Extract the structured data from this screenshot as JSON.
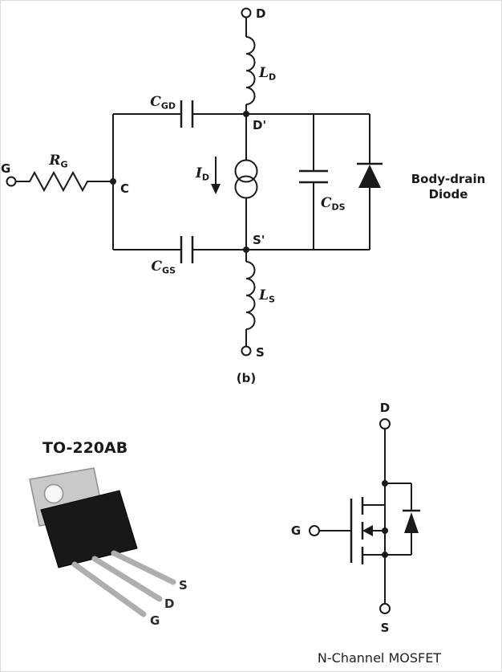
{
  "circuit": {
    "caption": "(b)",
    "terminals": {
      "drain": "D",
      "gate": "G",
      "source": "S"
    },
    "nodes": {
      "internal_drain": "D'",
      "internal_gate": "C",
      "internal_source": "S'"
    },
    "components": {
      "ld": {
        "main": "L",
        "sub": "D"
      },
      "ls": {
        "main": "L",
        "sub": "S"
      },
      "rg": {
        "main": "R",
        "sub": "G"
      },
      "cgd": {
        "main": "C",
        "sub": "GD"
      },
      "cgs": {
        "main": "C",
        "sub": "GS"
      },
      "cds": {
        "main": "C",
        "sub": "DS"
      },
      "id": {
        "main": "I",
        "sub": "D"
      }
    },
    "body_diode": {
      "line1": "Body-drain",
      "line2": "Diode"
    }
  },
  "package": {
    "title": "TO-220AB",
    "pins": {
      "source": "S",
      "drain": "D",
      "gate": "G"
    }
  },
  "mosfet_symbol": {
    "caption": "N-Channel MOSFET",
    "terminals": {
      "drain": "D",
      "gate": "G",
      "source": "S"
    }
  },
  "colors": {
    "stroke": "#1a1a1a",
    "package_tab": "#c9c9c9",
    "package_body": "#181818",
    "package_lead": "#aeaeae"
  }
}
